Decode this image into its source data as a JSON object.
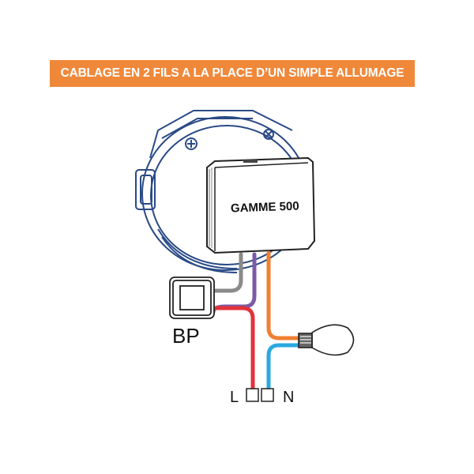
{
  "banner": {
    "title": "CABLAGE EN 2 FILS A LA PLACE D’UN SIMPLE ALLUMAGE",
    "color": "#f0883a"
  },
  "device": {
    "label": "GAMME 500"
  },
  "switch": {
    "label": "BP"
  },
  "terminals": {
    "live": "L",
    "neutral": "N"
  },
  "wires": {
    "grey": "#8a8a8a",
    "purple": "#7b5aa6",
    "orange": "#f07f30",
    "red": "#e3323a",
    "blue": "#2aa8e0"
  },
  "box_outline_color": "#2a4a86"
}
